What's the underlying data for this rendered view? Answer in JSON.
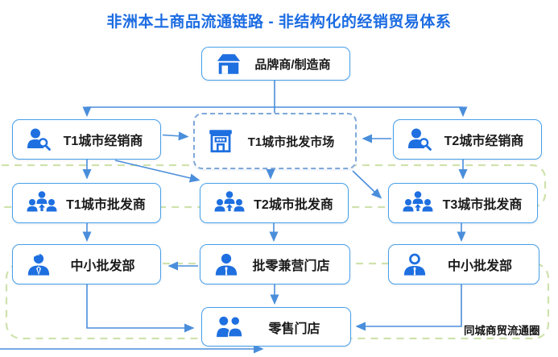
{
  "title": "非洲本土商品流通链路 - 非结构化的经销贸易体系",
  "nodes": {
    "brand": {
      "label": "品牌商/制造商",
      "icon": "warehouse-icon"
    },
    "t1_dealer": {
      "label": "T1城市经销商",
      "icon": "person-search-icon"
    },
    "t1_market": {
      "label": "T1城市批发市场",
      "icon": "market-building-icon"
    },
    "t2_dealer": {
      "label": "T2城市经销商",
      "icon": "person-search-icon"
    },
    "t1_wholesaler": {
      "label": "T1城市批发商",
      "icon": "people-group-icon"
    },
    "t2_wholesaler": {
      "label": "T2城市批发商",
      "icon": "people-group-icon"
    },
    "t3_wholesaler": {
      "label": "T3城市批发商",
      "icon": "people-group-icon"
    },
    "small_wholesale_left": {
      "label": "中小批发部",
      "icon": "businessman-icon"
    },
    "mixed_store": {
      "label": "批零兼营门店",
      "icon": "businessman-icon"
    },
    "small_wholesale_right": {
      "label": "中小批发部",
      "icon": "businessman-outline-icon"
    },
    "retail_store": {
      "label": "零售门店",
      "icon": "two-people-icon"
    }
  },
  "annotation": {
    "label": "同城商贸流通圈"
  },
  "colors": {
    "title": "#1c6ce2",
    "icon": "#1e6fe0",
    "box_border": "#47a0e9",
    "market_border": "#7fa9d9",
    "arrow": "#4a8edb",
    "group_outline": "#cfe2ad",
    "label_text": "#1a1a1a"
  }
}
